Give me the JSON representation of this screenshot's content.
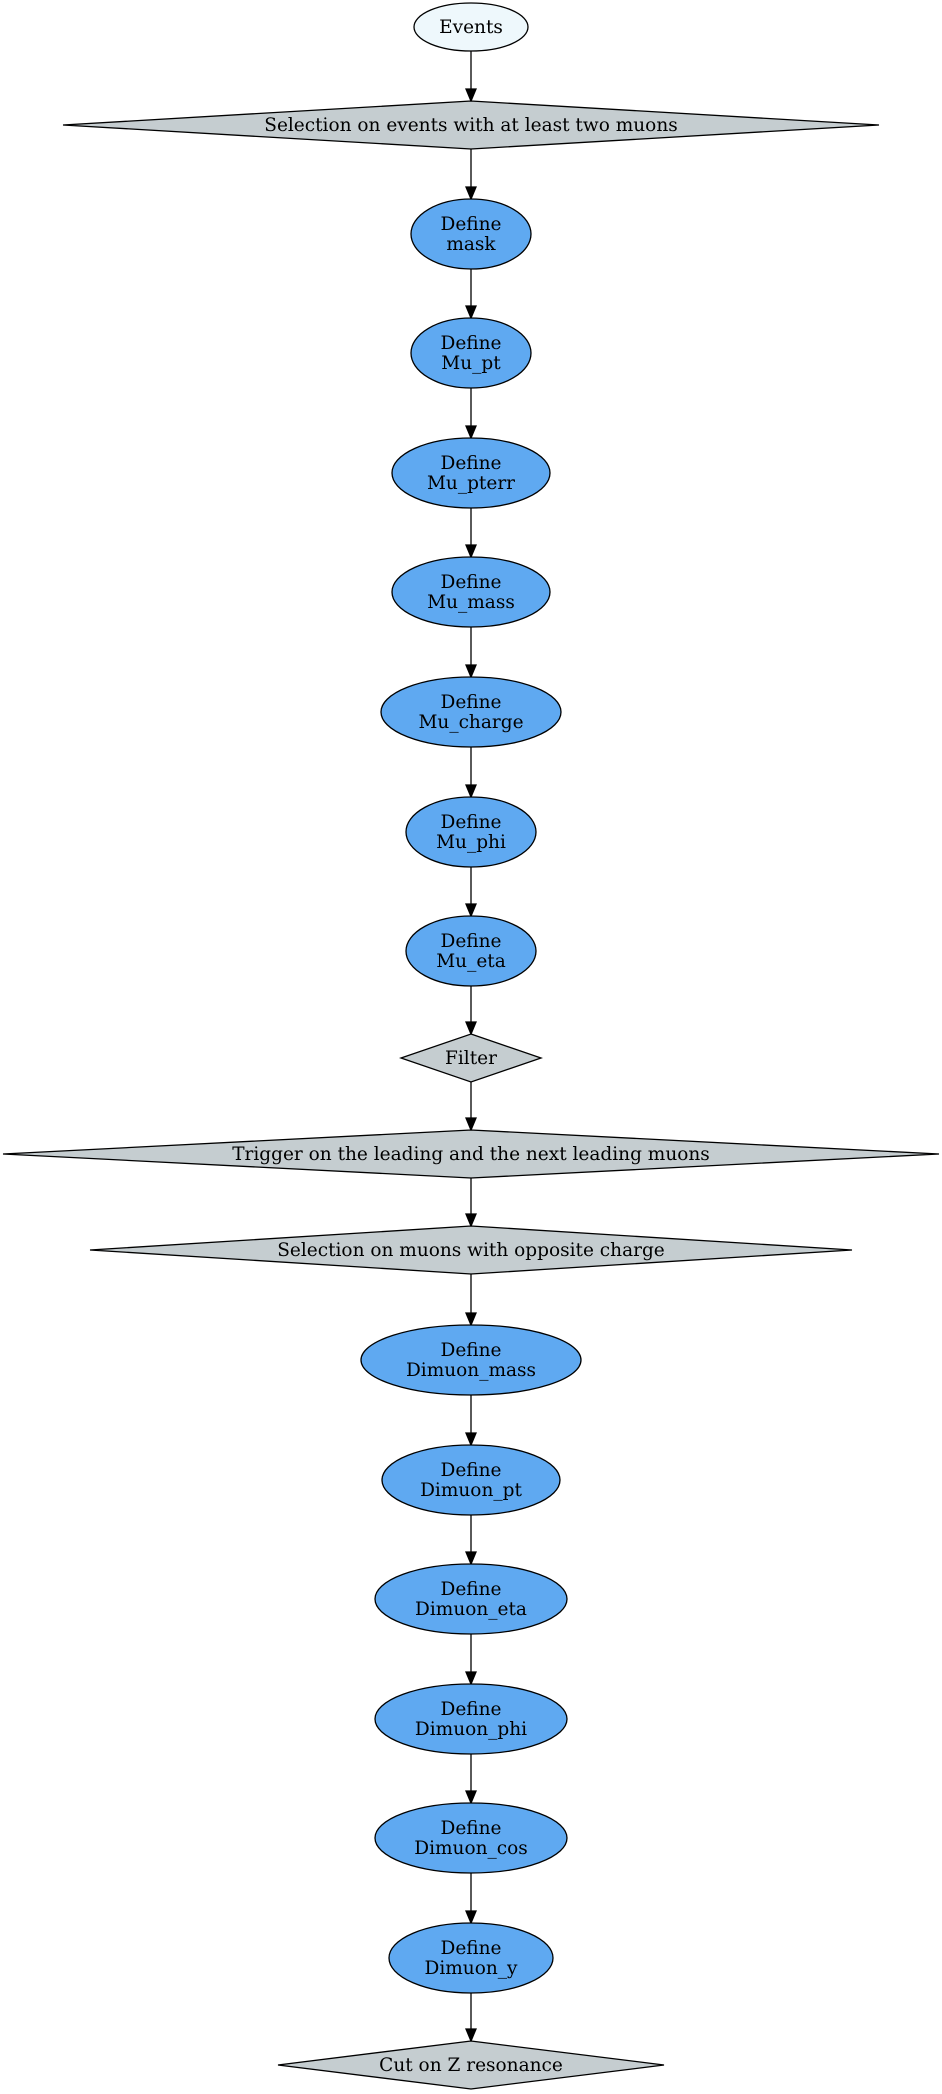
{
  "colors": {
    "start": "#eef8fc",
    "define": "#5fa9f1",
    "filter": "#c5cdd0",
    "stroke": "#000000"
  },
  "nodes": [
    {
      "id": "events",
      "shape": "ellipse",
      "kind": "start",
      "lines": [
        "Events"
      ]
    },
    {
      "id": "sel-two-muons",
      "shape": "diamond",
      "kind": "filter",
      "lines": [
        "Selection on events with at least two muons"
      ]
    },
    {
      "id": "define-mask",
      "shape": "ellipse",
      "kind": "define",
      "lines": [
        "Define",
        "mask"
      ]
    },
    {
      "id": "define-mu-pt",
      "shape": "ellipse",
      "kind": "define",
      "lines": [
        "Define",
        "Mu_pt"
      ]
    },
    {
      "id": "define-mu-pterr",
      "shape": "ellipse",
      "kind": "define",
      "lines": [
        "Define",
        "Mu_pterr"
      ]
    },
    {
      "id": "define-mu-mass",
      "shape": "ellipse",
      "kind": "define",
      "lines": [
        "Define",
        "Mu_mass"
      ]
    },
    {
      "id": "define-mu-charge",
      "shape": "ellipse",
      "kind": "define",
      "lines": [
        "Define",
        "Mu_charge"
      ]
    },
    {
      "id": "define-mu-phi",
      "shape": "ellipse",
      "kind": "define",
      "lines": [
        "Define",
        "Mu_phi"
      ]
    },
    {
      "id": "define-mu-eta",
      "shape": "ellipse",
      "kind": "define",
      "lines": [
        "Define",
        "Mu_eta"
      ]
    },
    {
      "id": "filter",
      "shape": "diamond",
      "kind": "filter",
      "lines": [
        "Filter"
      ]
    },
    {
      "id": "trigger-leading",
      "shape": "diamond",
      "kind": "filter",
      "lines": [
        "Trigger on the leading and the next leading muons"
      ]
    },
    {
      "id": "sel-opposite-charge",
      "shape": "diamond",
      "kind": "filter",
      "lines": [
        "Selection on muons with opposite charge"
      ]
    },
    {
      "id": "define-dimuon-mass",
      "shape": "ellipse",
      "kind": "define",
      "lines": [
        "Define",
        "Dimuon_mass"
      ]
    },
    {
      "id": "define-dimuon-pt",
      "shape": "ellipse",
      "kind": "define",
      "lines": [
        "Define",
        "Dimuon_pt"
      ]
    },
    {
      "id": "define-dimuon-eta",
      "shape": "ellipse",
      "kind": "define",
      "lines": [
        "Define",
        "Dimuon_eta"
      ]
    },
    {
      "id": "define-dimuon-phi",
      "shape": "ellipse",
      "kind": "define",
      "lines": [
        "Define",
        "Dimuon_phi"
      ]
    },
    {
      "id": "define-dimuon-cos",
      "shape": "ellipse",
      "kind": "define",
      "lines": [
        "Define",
        "Dimuon_cos"
      ]
    },
    {
      "id": "define-dimuon-y",
      "shape": "ellipse",
      "kind": "define",
      "lines": [
        "Define",
        "Dimuon_y"
      ]
    },
    {
      "id": "cut-z-resonance",
      "shape": "diamond",
      "kind": "filter",
      "lines": [
        "Cut on Z resonance"
      ]
    }
  ]
}
